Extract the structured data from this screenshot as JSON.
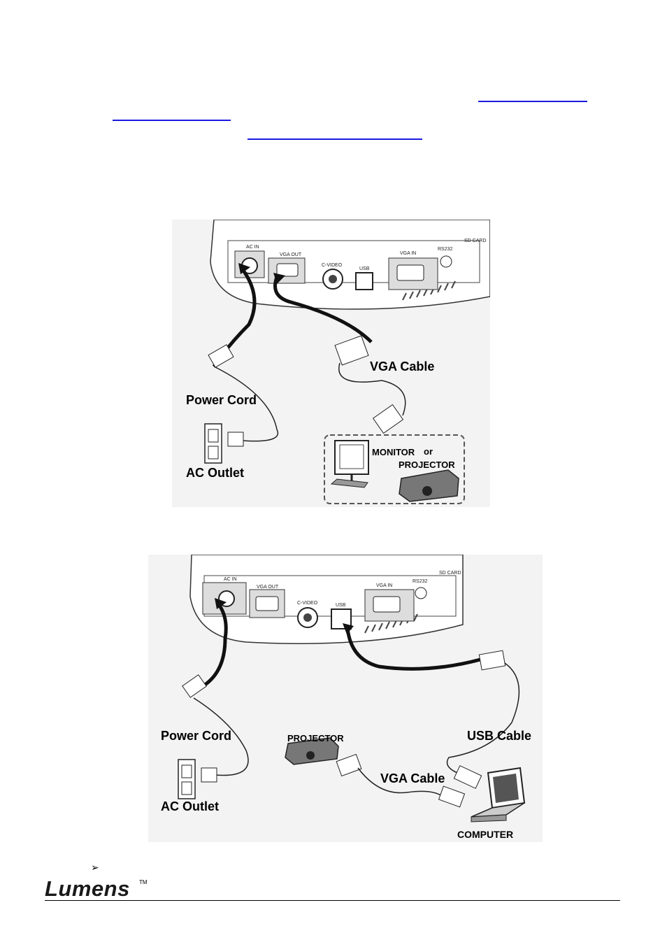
{
  "figure1": {
    "ports": [
      "AC IN",
      "VGA OUT",
      "C-VIDEO",
      "USB",
      "VGA IN",
      "RS232",
      "SD CARD"
    ],
    "labels": {
      "vga_cable": "VGA Cable",
      "power_cord": "Power Cord",
      "ac_outlet": "AC Outlet",
      "monitor": "MONITOR",
      "or": "or",
      "projector": "PROJECTOR"
    }
  },
  "figure2": {
    "ports": [
      "AC IN",
      "VGA OUT",
      "C-VIDEO",
      "USB",
      "VGA IN",
      "RS232",
      "SD CARD"
    ],
    "labels": {
      "power_cord": "Power Cord",
      "usb_cable": "USB Cable",
      "projector": "PROJECTOR",
      "vga_cable": "VGA Cable",
      "ac_outlet": "AC Outlet",
      "computer": "COMPUTER"
    }
  },
  "footer": {
    "bullet_glyph": "➢",
    "logo_text": "Lumens",
    "trademark": "TM"
  },
  "colors": {
    "link": "#1a1ae0",
    "figure_bg": "#f3f3f3"
  }
}
